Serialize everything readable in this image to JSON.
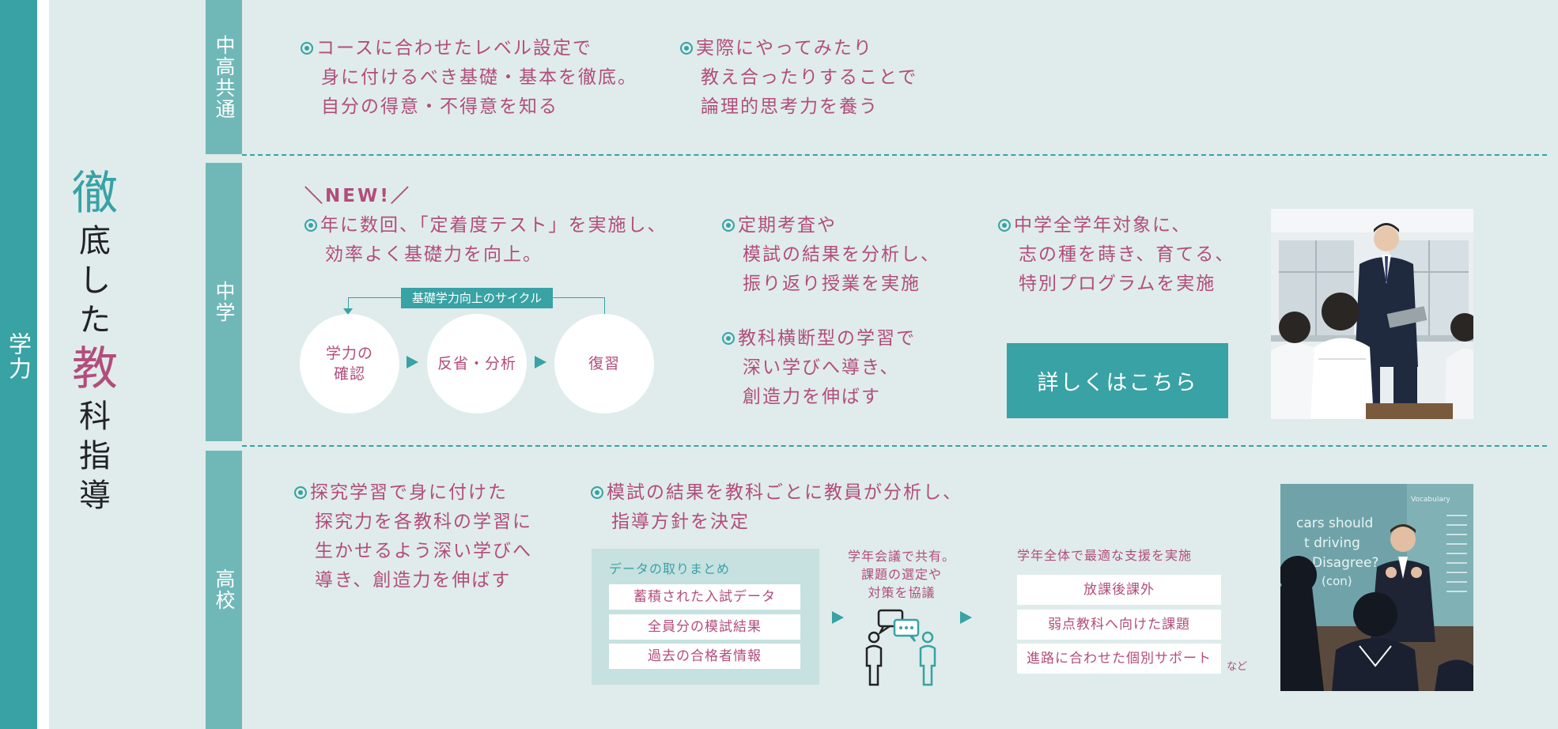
{
  "side": {
    "label": "学力"
  },
  "title": {
    "chars": [
      "徹",
      "底",
      "し",
      "た",
      "教",
      "科",
      "指",
      "導"
    ]
  },
  "rows": {
    "common": {
      "label": "中高共通",
      "point1": [
        "コースに合わせたレベル設定で",
        "身に付けるべき基礎・基本を徹底。",
        "自分の得意・不得意を知る"
      ],
      "point2": [
        "実際にやってみたり",
        "教え合ったりすることで",
        "論理的思考力を養う"
      ]
    },
    "junior": {
      "label": "中学",
      "new_badge": "＼NEW!／",
      "point1": [
        "年に数回、「定着度テスト」を実施し、",
        "効率よく基礎力を向上。"
      ],
      "cycle": {
        "label": "基礎学力向上のサイクル",
        "steps": [
          "学力の確認",
          "反省・分析",
          "復習"
        ]
      },
      "point2": [
        "定期考査や",
        "模試の結果を分析し、",
        "振り返り授業を実施"
      ],
      "point3": [
        "教科横断型の学習で",
        "深い学びへ導き、",
        "創造力を伸ばす"
      ],
      "point4": [
        "中学全学年対象に、",
        "志の種を蒔き、育てる、",
        "特別プログラムを実施"
      ],
      "button_label": "詳しくはこちら",
      "board_words": {
        "text": ""
      }
    },
    "senior": {
      "label": "高校",
      "point1": [
        "探究学習で身に付けた",
        "探究力を各教科の学習に",
        "生かせるよう深い学びへ",
        "導き、創造力を伸ばす"
      ],
      "point2": [
        "模試の結果を教科ごとに教員が分析し、",
        "指導方針を決定"
      ],
      "data_box": {
        "title": "データの取りまとめ",
        "items": [
          "蓄積された入試データ",
          "全員分の模試結果",
          "過去の合格者情報"
        ]
      },
      "meeting": [
        "学年会議で共有。",
        "課題の選定や",
        "対策を協議"
      ],
      "support": {
        "title": "学年全体で最適な支援を実施",
        "items": [
          "放課後課外",
          "弱点教科へ向けた課題",
          "進路に合わせた個別サポート"
        ],
        "etc": "など"
      },
      "board": {
        "line1": "cars should",
        "line2": "t driving",
        "line3": "Disagree?",
        "line4": "(con)",
        "tag": "Vocabulary"
      }
    }
  },
  "colors": {
    "teal": "#38a2a4",
    "pink": "#b24d7c",
    "bg": "#dfeceb",
    "label_bg": "#6fb8b7"
  }
}
